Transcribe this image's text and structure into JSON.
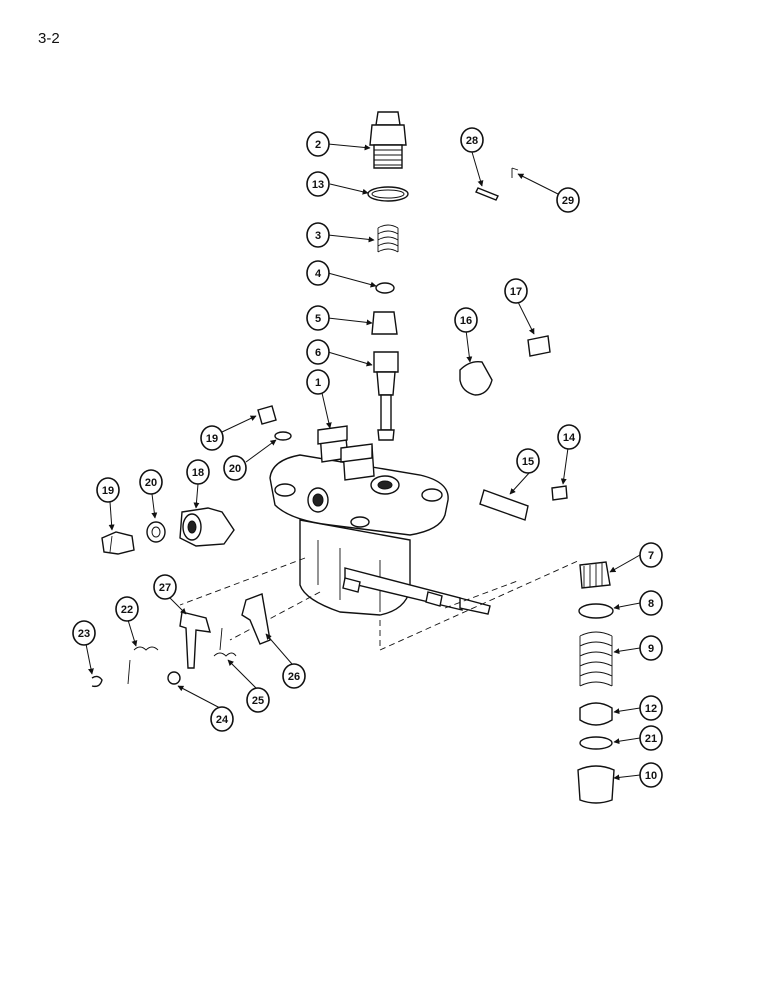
{
  "page": {
    "number": "3-2"
  },
  "callouts": [
    "1",
    "2",
    "3",
    "4",
    "5",
    "6",
    "7",
    "8",
    "9",
    "10",
    "12",
    "13",
    "14",
    "15",
    "16",
    "17",
    "18",
    "19",
    "19",
    "20",
    "20",
    "21",
    "22",
    "23",
    "24",
    "25",
    "26",
    "27",
    "28",
    "29"
  ]
}
